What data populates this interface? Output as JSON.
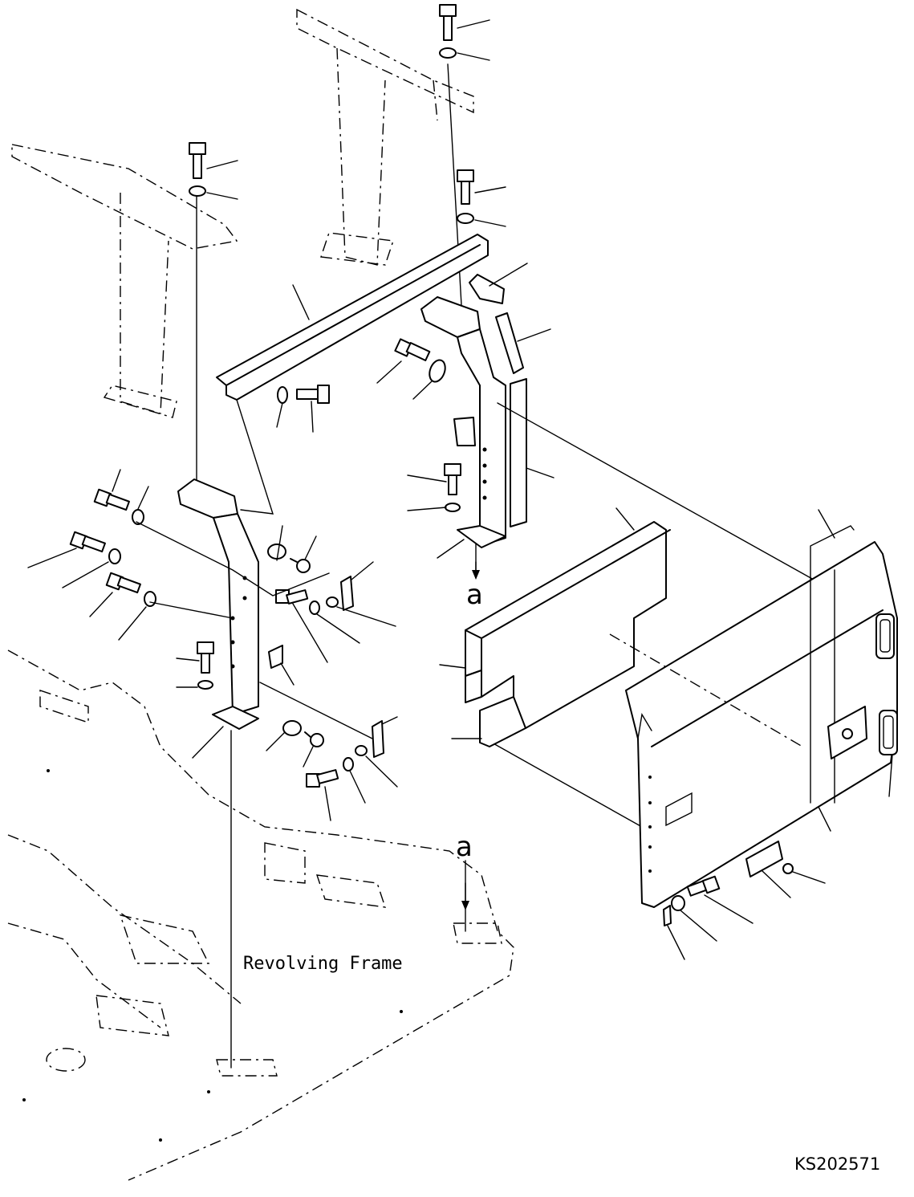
{
  "diagram": {
    "frame_label": "Revolving Frame",
    "view_marker_upper": "a",
    "view_marker_lower": "a",
    "drawing_code": "KS202571"
  }
}
